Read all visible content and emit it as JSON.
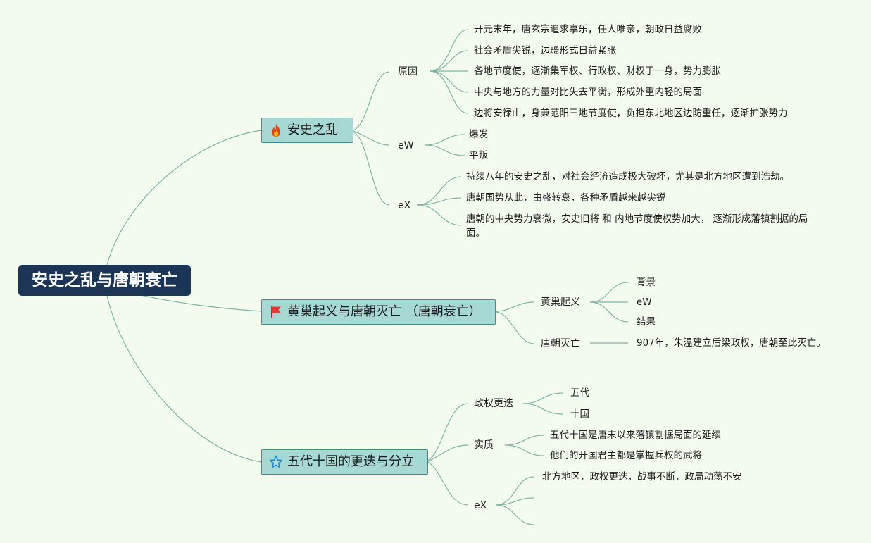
{
  "root": {
    "title": "安史之乱与唐朝衰亡"
  },
  "colors": {
    "canvas": "#f3fbef",
    "root_fill": "#1c3556",
    "topic_fill": "#a7d9d4",
    "topic_border": "#4a8c88",
    "link": "#7fb5a4"
  },
  "topics": [
    {
      "label": "安史之乱",
      "icon": "fire-icon",
      "branches": [
        {
          "label": "原因",
          "items": [
            "开元末年，唐玄宗追求享乐，任人唯亲，朝政日益腐败",
            "社会矛盾尖锐，边疆形式日益紧张",
            "各地节度使，逐渐集军权、行政权、财权于一身，势力膨胀",
            "中央与地方的力量对比失去平衡，形成外重内轻的局面",
            "边将安禄山，身兼范阳三地节度使，负担东北地区边防重任，逐渐扩张势力"
          ]
        },
        {
          "label": "eW",
          "items": [
            "爆发",
            "平叛"
          ]
        },
        {
          "label": "eX",
          "items": [
            "持续八年的安史之乱，对社会经济造成极大破坏，尤其是北方地区遭到浩劫。",
            "唐朝国势从此，由盛转衰，各种矛盾越来越尖锐",
            "唐朝的中央势力衰微，安史旧将 和 内地节度使权势加大， 逐渐形成藩镇割据的局面。"
          ]
        }
      ]
    },
    {
      "label": "黄巢起义与唐朝灭亡 （唐朝衰亡）",
      "icon": "red-flag-icon",
      "branches": [
        {
          "label": "黄巢起义",
          "items": [
            "背景",
            "eW",
            "结果"
          ]
        },
        {
          "label": "唐朝灭亡",
          "items": [
            "907年，朱温建立后梁政权，唐朝至此灭亡。"
          ]
        }
      ]
    },
    {
      "label": "五代十国的更迭与分立",
      "icon": "star-icon",
      "branches": [
        {
          "label": "政权更迭",
          "items": [
            "五代",
            "十国"
          ]
        },
        {
          "label": "实质",
          "items": [
            "五代十国是唐末以来藩镇割据局面的延续",
            "他们的开国君主都是掌握兵权的武将"
          ]
        },
        {
          "label": "eX",
          "items": [
            "北方地区，政权更迭，战事不断，政局动荡不安",
            "",
            ""
          ]
        }
      ]
    }
  ]
}
